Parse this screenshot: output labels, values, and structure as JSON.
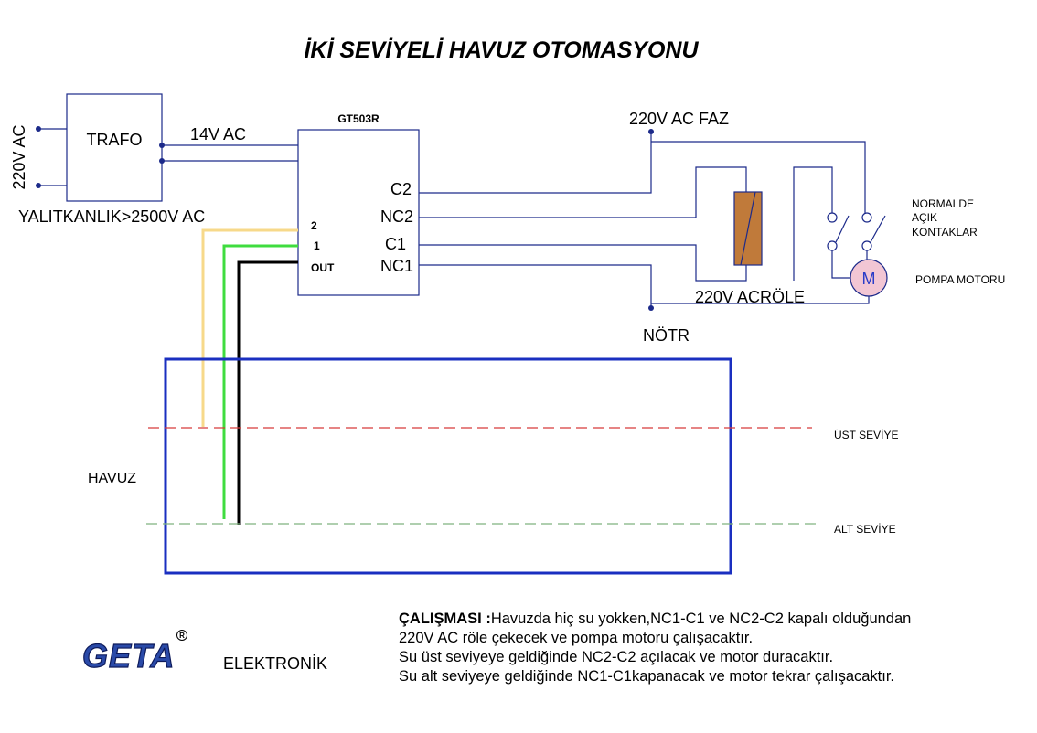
{
  "title": "İKİ SEVİYELİ HAVUZ OTOMASYONU",
  "transformer": {
    "input_label": "220V AC",
    "name": "TRAFO",
    "output_label": "14V AC",
    "isolation_label": "YALITKANLIK>2500V AC"
  },
  "controller": {
    "model": "GT503R",
    "inputs": [
      "2",
      "1",
      "OUT"
    ],
    "outputs": [
      "C2",
      "NC2",
      "C1",
      "NC1"
    ]
  },
  "power": {
    "phase_label": "220V AC FAZ",
    "neutral_label": "NÖTR"
  },
  "relay": {
    "label": "220V ACRÖLE"
  },
  "contacts": {
    "label_lines": [
      "NORMALDE",
      "AÇIK",
      "KONTAKLAR"
    ]
  },
  "motor": {
    "symbol": "M",
    "label": "POMPA MOTORU"
  },
  "pool": {
    "label": "HAVUZ",
    "upper_level": "ÜST SEVİYE",
    "lower_level": "ALT SEVİYE"
  },
  "brand": {
    "logo": "GETA",
    "registered": "R",
    "subtitle": "ELEKTRONİK"
  },
  "operation": {
    "heading": "ÇALIŞMASI :",
    "lines": [
      "Havuzda hiç su yokken,NC1-C1 ve NC2-C2 kapalı olduğundan",
      "220V AC röle çekecek ve pompa motoru çalışacaktır.",
      "Su üst seviyeye geldiğinde NC2-C2 açılacak ve motor duracaktır.",
      "Su alt seviyeye geldiğinde NC1-C1kapanacak ve motor tekrar çalışacaktır."
    ]
  },
  "colors": {
    "pool_border": "#1a2fc0",
    "upper_level_line": "#d83a3a",
    "lower_level_line": "#7fb27f",
    "probe_2": "#f7d98a",
    "probe_1": "#3fdc3f",
    "probe_out": "#000000",
    "relay_coil": "#c07a3a",
    "motor_fill": "#f2c6d4",
    "motor_symbol": "#2b3cc8",
    "wire": "#1c2a8a",
    "logo": "#2a4aa8"
  }
}
